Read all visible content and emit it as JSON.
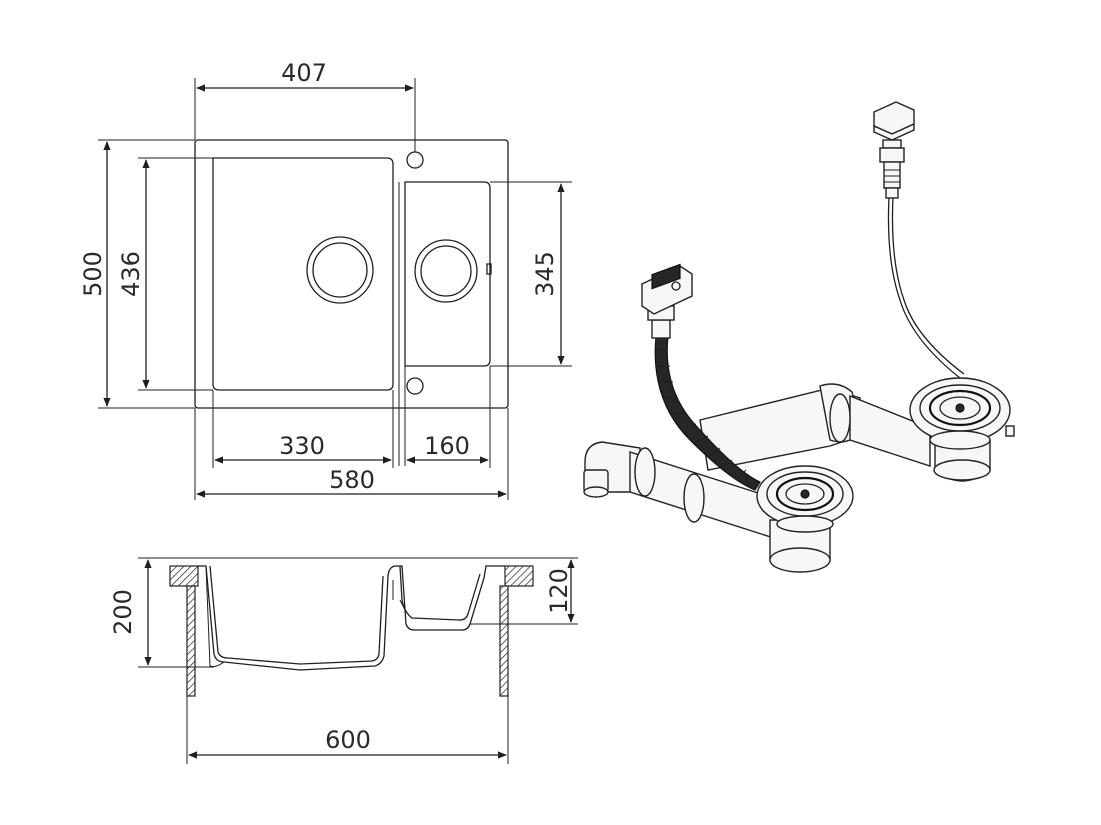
{
  "dimensions": {
    "top_width": "407",
    "outer_height": "500",
    "big_bowl_height": "436",
    "small_bowl_height": "345",
    "big_bowl_width": "330",
    "small_bowl_width": "160",
    "total_width_top": "580",
    "section_depth": "200",
    "small_depth": "120",
    "cabinet_width": "600"
  },
  "colors": {
    "line": "#1f1f1f",
    "text": "#2a2a2a",
    "background": "#ffffff"
  }
}
